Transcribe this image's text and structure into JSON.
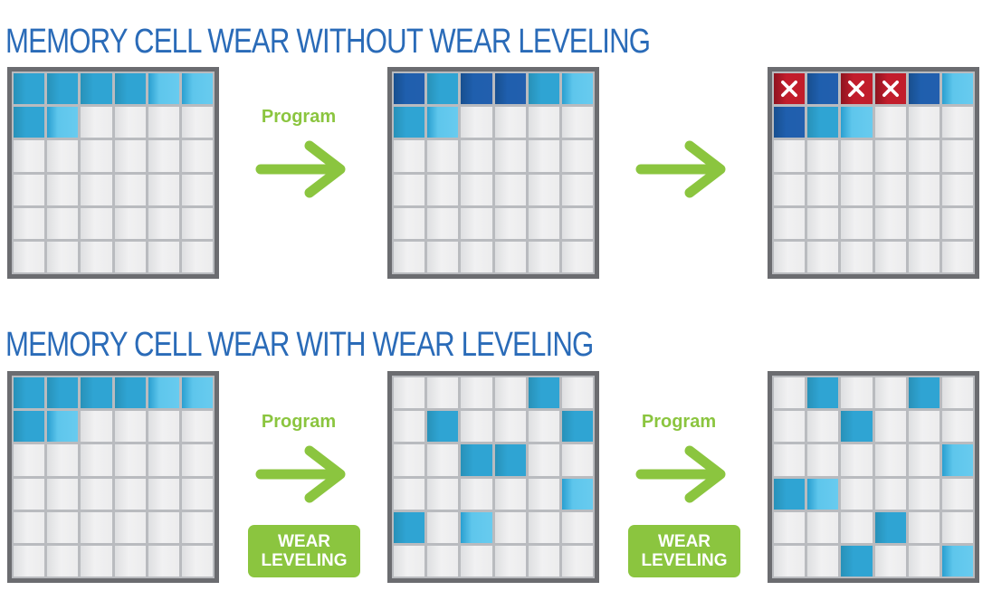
{
  "sections": [
    {
      "title": "MEMORY CELL WEAR WITHOUT WEAR LEVELING",
      "transitions": [
        {
          "label": "Program",
          "badge": null
        },
        {
          "label": "",
          "badge": null
        }
      ],
      "grids": [
        {
          "cells": [
            [
              "M",
              "M",
              "M",
              "M",
              "L",
              "L"
            ],
            [
              "M",
              "L",
              "E",
              "E",
              "E",
              "E"
            ],
            [
              "E",
              "E",
              "E",
              "E",
              "E",
              "E"
            ],
            [
              "E",
              "E",
              "E",
              "E",
              "E",
              "E"
            ],
            [
              "E",
              "E",
              "E",
              "E",
              "E",
              "E"
            ],
            [
              "E",
              "E",
              "E",
              "E",
              "E",
              "E"
            ]
          ]
        },
        {
          "cells": [
            [
              "D",
              "M",
              "D",
              "D",
              "M",
              "L"
            ],
            [
              "M",
              "L",
              "E",
              "E",
              "E",
              "E"
            ],
            [
              "E",
              "E",
              "E",
              "E",
              "E",
              "E"
            ],
            [
              "E",
              "E",
              "E",
              "E",
              "E",
              "E"
            ],
            [
              "E",
              "E",
              "E",
              "E",
              "E",
              "E"
            ],
            [
              "E",
              "E",
              "E",
              "E",
              "E",
              "E"
            ]
          ]
        },
        {
          "cells": [
            [
              "X",
              "D",
              "X",
              "X",
              "D",
              "L"
            ],
            [
              "D",
              "M",
              "L",
              "E",
              "E",
              "E"
            ],
            [
              "E",
              "E",
              "E",
              "E",
              "E",
              "E"
            ],
            [
              "E",
              "E",
              "E",
              "E",
              "E",
              "E"
            ],
            [
              "E",
              "E",
              "E",
              "E",
              "E",
              "E"
            ],
            [
              "E",
              "E",
              "E",
              "E",
              "E",
              "E"
            ]
          ]
        }
      ]
    },
    {
      "title": "MEMORY CELL WEAR WITH WEAR LEVELING",
      "transitions": [
        {
          "label": "Program",
          "badge": [
            "WEAR",
            "LEVELING"
          ]
        },
        {
          "label": "Program",
          "badge": [
            "WEAR",
            "LEVELING"
          ]
        }
      ],
      "grids": [
        {
          "cells": [
            [
              "M",
              "M",
              "M",
              "M",
              "L",
              "L"
            ],
            [
              "M",
              "L",
              "E",
              "E",
              "E",
              "E"
            ],
            [
              "E",
              "E",
              "E",
              "E",
              "E",
              "E"
            ],
            [
              "E",
              "E",
              "E",
              "E",
              "E",
              "E"
            ],
            [
              "E",
              "E",
              "E",
              "E",
              "E",
              "E"
            ],
            [
              "E",
              "E",
              "E",
              "E",
              "E",
              "E"
            ]
          ]
        },
        {
          "cells": [
            [
              "E",
              "E",
              "E",
              "E",
              "M",
              "E"
            ],
            [
              "E",
              "M",
              "E",
              "E",
              "E",
              "M"
            ],
            [
              "E",
              "E",
              "M",
              "M",
              "E",
              "E"
            ],
            [
              "E",
              "E",
              "E",
              "E",
              "E",
              "L"
            ],
            [
              "M",
              "E",
              "L",
              "E",
              "E",
              "E"
            ],
            [
              "E",
              "E",
              "E",
              "E",
              "E",
              "E"
            ]
          ]
        },
        {
          "cells": [
            [
              "E",
              "M",
              "E",
              "E",
              "M",
              "E"
            ],
            [
              "E",
              "E",
              "M",
              "E",
              "E",
              "E"
            ],
            [
              "E",
              "E",
              "E",
              "E",
              "E",
              "L"
            ],
            [
              "M",
              "L",
              "E",
              "E",
              "E",
              "E"
            ],
            [
              "E",
              "E",
              "E",
              "M",
              "E",
              "E"
            ],
            [
              "E",
              "E",
              "M",
              "E",
              "E",
              "L"
            ]
          ]
        }
      ]
    }
  ],
  "legend_codes": {
    "E": "unused cell",
    "L": "lightly worn cell",
    "M": "moderately worn cell",
    "D": "heavily worn cell",
    "X": "failed cell (x-icon)"
  },
  "colors": {
    "title": "#2a6bb8",
    "accent_green": "#8bc53f",
    "frame": "#6b6c70",
    "cell_light": "#68cbef",
    "cell_medium": "#2fa4d3",
    "cell_dark": "#1f5fae",
    "cell_failed": "#c11d2b"
  }
}
